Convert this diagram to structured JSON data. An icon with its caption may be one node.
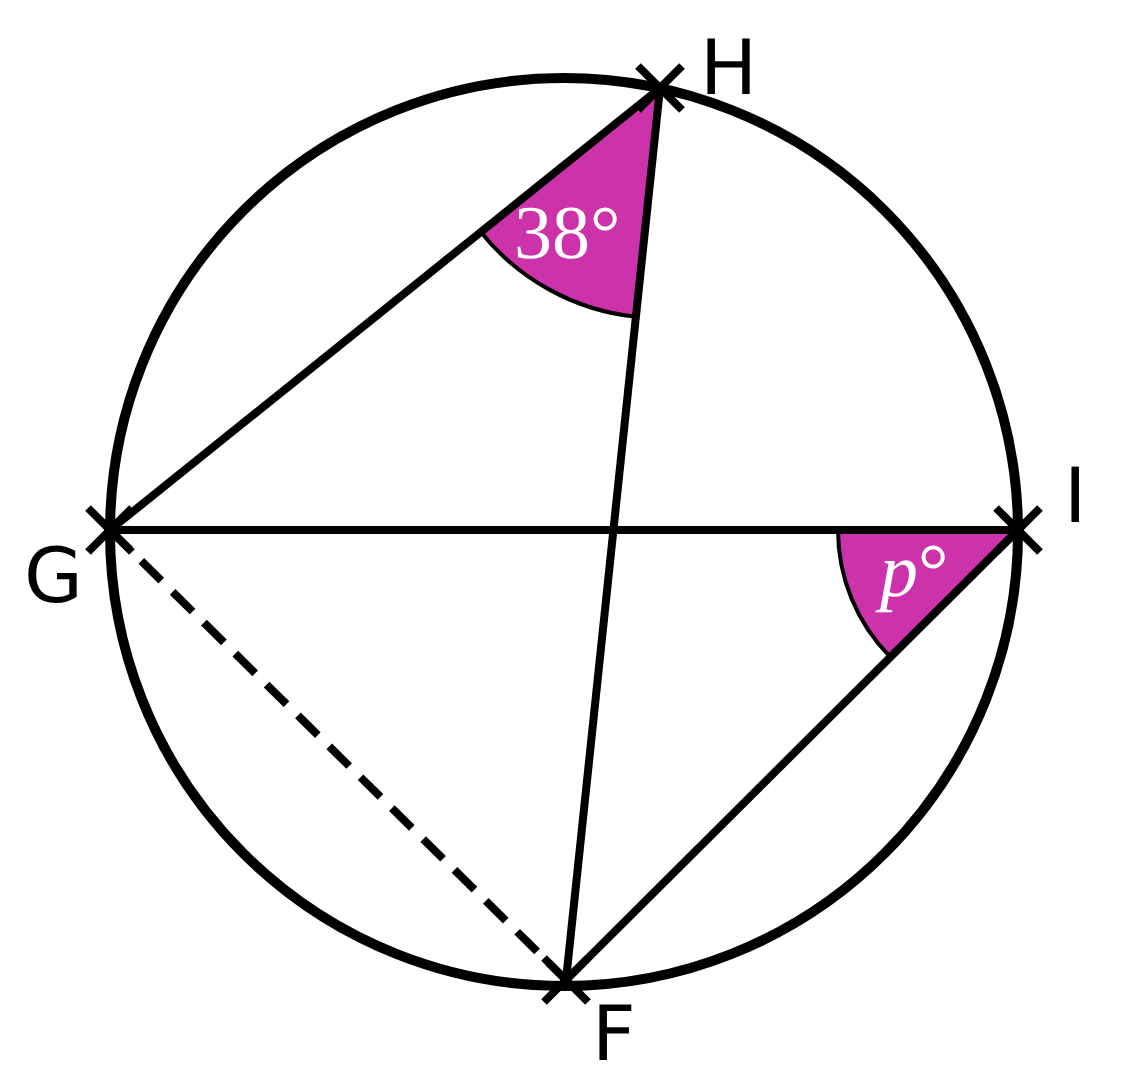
{
  "diagram": {
    "nodes": [
      {
        "text": [
          "H"
        ]
      },
      {
        "text": [
          "G"
        ]
      },
      {
        "text": [
          "I"
        ]
      },
      {
        "text": [
          "F"
        ]
      }
    ],
    "edges": [
      {
        "from": 1,
        "to": 0,
        "arrow": "none"
      },
      {
        "from": 0,
        "to": 3,
        "arrow": "none"
      },
      {
        "from": 1,
        "to": 2,
        "arrow": "none"
      },
      {
        "from": 2,
        "to": 3,
        "arrow": "none"
      },
      {
        "from": 1,
        "to": 3,
        "arrow": "none",
        "style": "dashed"
      }
    ],
    "labels": [
      "38°",
      "*p*°"
    ]
  }
}
